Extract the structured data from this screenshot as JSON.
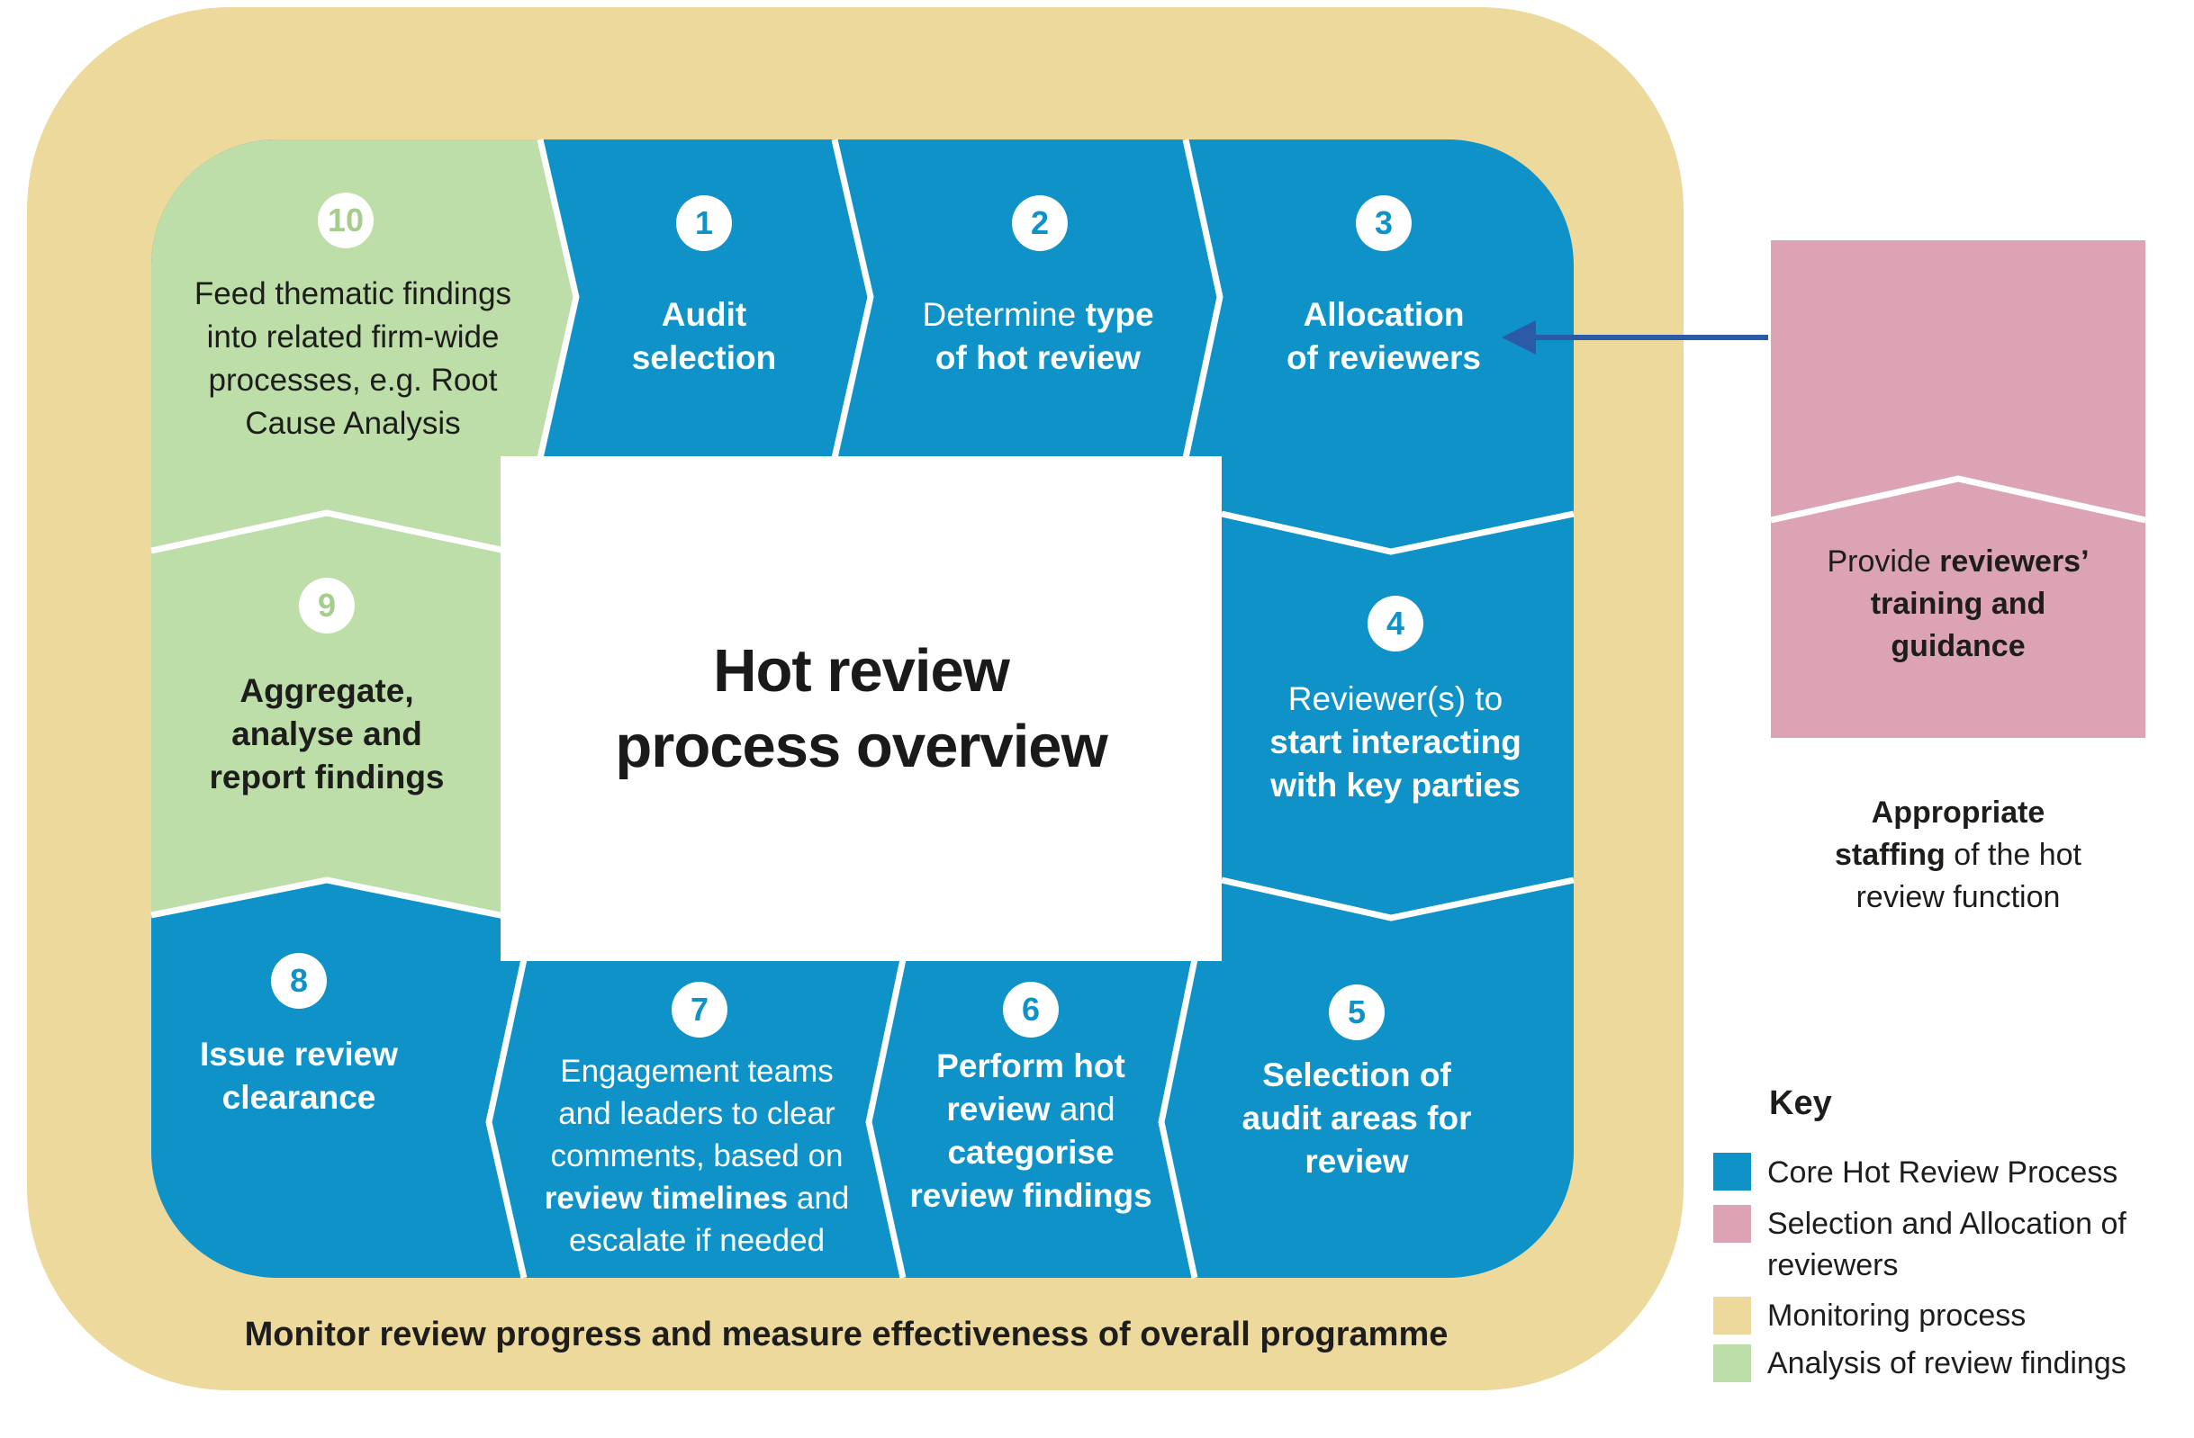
{
  "title": {
    "line1": "Hot review",
    "line2": "process overview"
  },
  "steps": {
    "s1": {
      "num": "1",
      "l1": "Audit",
      "l2": "selection"
    },
    "s2": {
      "num": "2",
      "l1_pre": "Determine ",
      "l1_b": "type",
      "l2": "of hot review"
    },
    "s3": {
      "num": "3",
      "l1": "Allocation",
      "l2": "of reviewers"
    },
    "s4": {
      "num": "4",
      "l1": "Reviewer(s) to",
      "l2": "start interacting",
      "l3": "with key parties"
    },
    "s5": {
      "num": "5",
      "l1": "Selection of",
      "l2": "audit areas for",
      "l3": "review"
    },
    "s6": {
      "num": "6",
      "l1": "Perform hot",
      "l2_b": "review",
      "l2_post": " and",
      "l3": "categorise",
      "l4": "review findings"
    },
    "s7": {
      "num": "7",
      "l1": "Engagement teams",
      "l2": "and leaders to clear",
      "l3": "comments, based on",
      "l4_b": "review timelines",
      "l4_post": " and",
      "l5": "escalate if needed"
    },
    "s8": {
      "num": "8",
      "l1": "Issue review",
      "l2": "clearance"
    },
    "s9": {
      "num": "9",
      "l1": "Aggregate,",
      "l2": "analyse and",
      "l3": "report findings"
    },
    "s10": {
      "num": "10",
      "l1": "Feed thematic findings",
      "l2": "into related firm-wide",
      "l3": "processes, e.g. Root",
      "l4": "Cause Analysis"
    }
  },
  "side_note": {
    "top_l1_pre": "Provide ",
    "top_l1_b": "reviewers’",
    "top_l2": "training and",
    "top_l3": "guidance",
    "bottom_l1": "Appropriate",
    "bottom_l2_b": "staffing",
    "bottom_l2_post": " of the hot",
    "bottom_l3": "review function"
  },
  "monitor_text": "Monitor review progress and measure effectiveness of overall programme",
  "key": {
    "heading": "Key",
    "items": [
      {
        "label": "Core Hot Review Process",
        "color": "#0E92C8"
      },
      {
        "label": "Selection and Allocation of reviewers",
        "color": "#DCA3B5"
      },
      {
        "label": "Monitoring process",
        "color": "#ECD99B"
      },
      {
        "label": "Analysis of review findings",
        "color": "#BDDDA9"
      }
    ]
  },
  "palette": {
    "core_blue": "#0E92C8",
    "selection_pink": "#DCA3B5",
    "monitoring_tan": "#ECD99B",
    "analysis_green": "#BDDDA9",
    "arrow_navy": "#2B5AA6",
    "text_dark": "#1D1D1B",
    "text_light": "#FFFFFF"
  }
}
